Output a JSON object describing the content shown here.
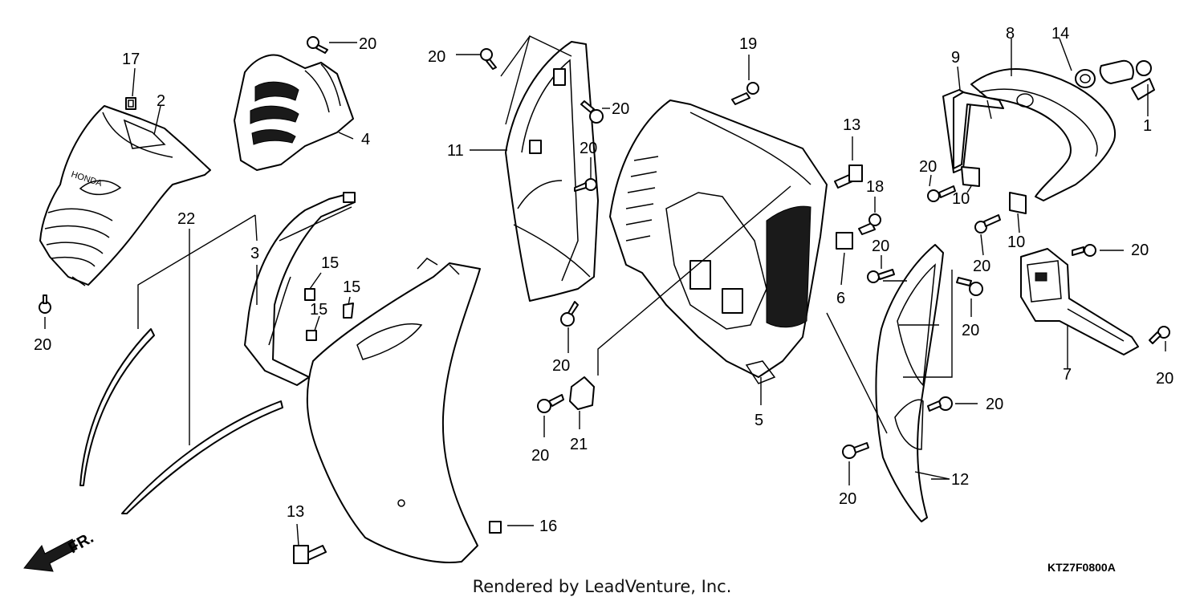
{
  "diagram": {
    "drawing_code": "KTZ7F0800A",
    "credit": "Rendered by LeadVenture, Inc.",
    "direction_label": "FR.",
    "brand_mark": "HONDA",
    "callouts": [
      "1",
      "2",
      "3",
      "4",
      "5",
      "6",
      "7",
      "8",
      "9",
      "10",
      "10",
      "11",
      "12",
      "13",
      "13",
      "14",
      "15",
      "15",
      "15",
      "16",
      "17",
      "18",
      "19",
      "20",
      "20",
      "20",
      "20",
      "20",
      "20",
      "20",
      "20",
      "20",
      "20",
      "20",
      "20",
      "20",
      "20",
      "20",
      "21",
      "22"
    ]
  }
}
